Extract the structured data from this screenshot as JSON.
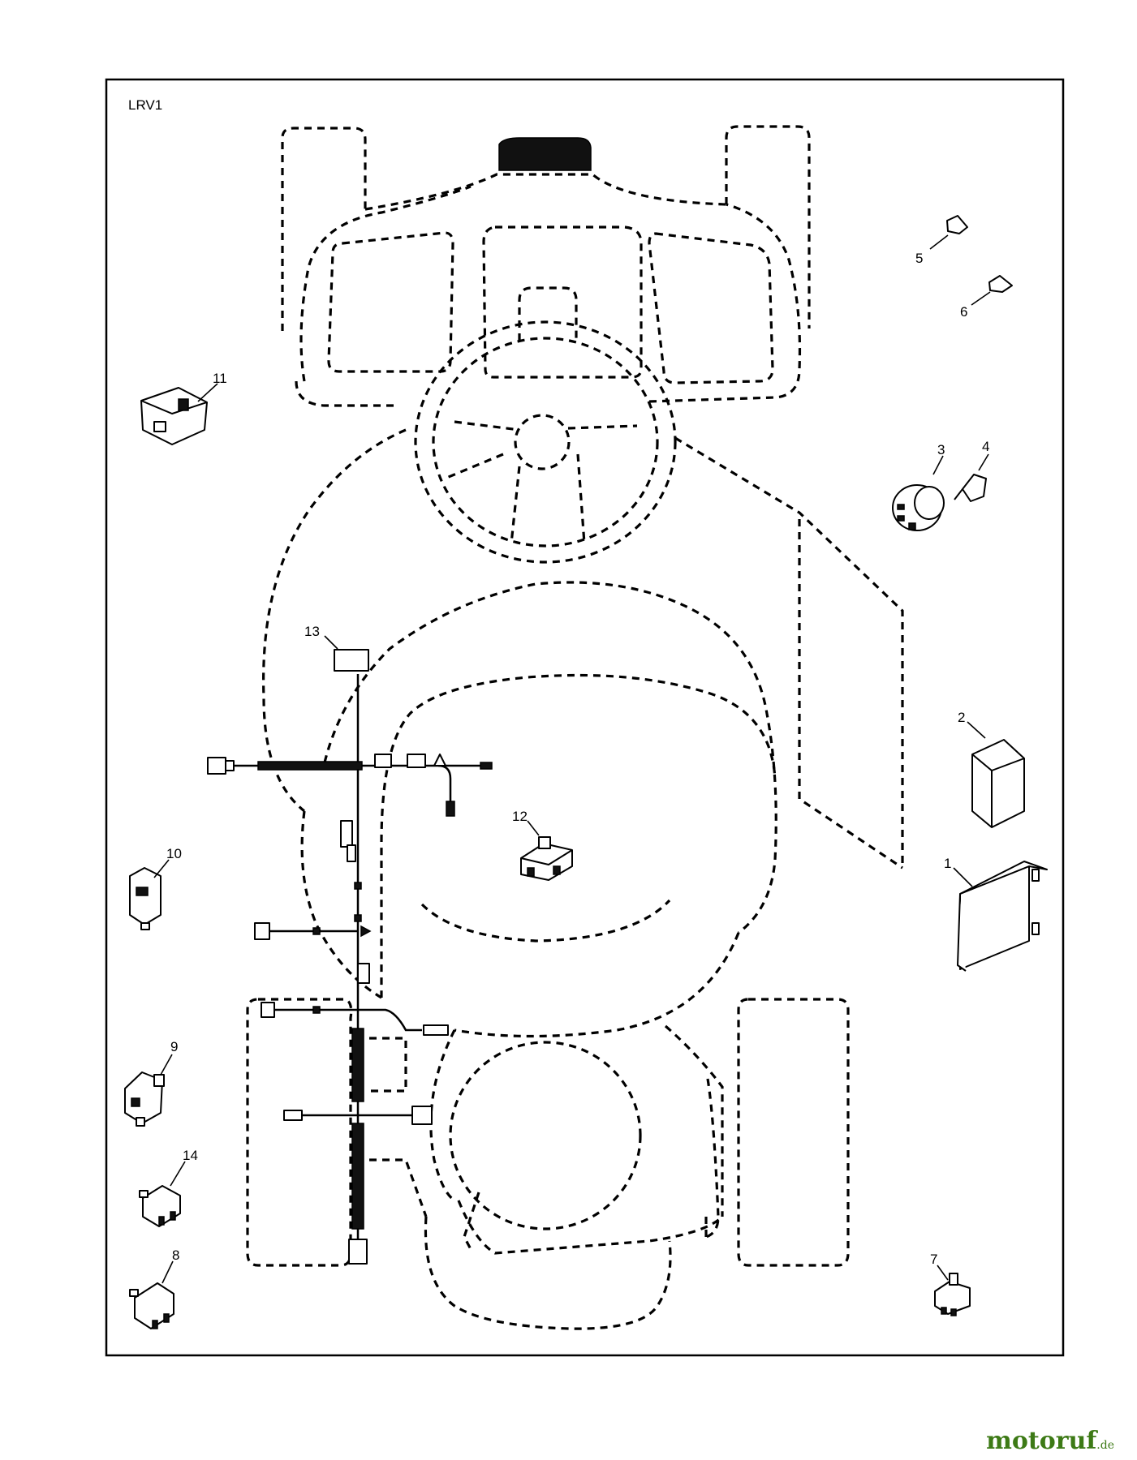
{
  "diagram": {
    "code": "LRV1",
    "callouts": [
      "1",
      "2",
      "3",
      "4",
      "5",
      "6",
      "7",
      "8",
      "9",
      "10",
      "11",
      "12",
      "13",
      "14"
    ]
  },
  "watermark": {
    "brand": "motoruf",
    "suffix": ".de"
  },
  "colors": {
    "line": "#000000",
    "background": "#ffffff",
    "watermark": "#3d7a16"
  }
}
